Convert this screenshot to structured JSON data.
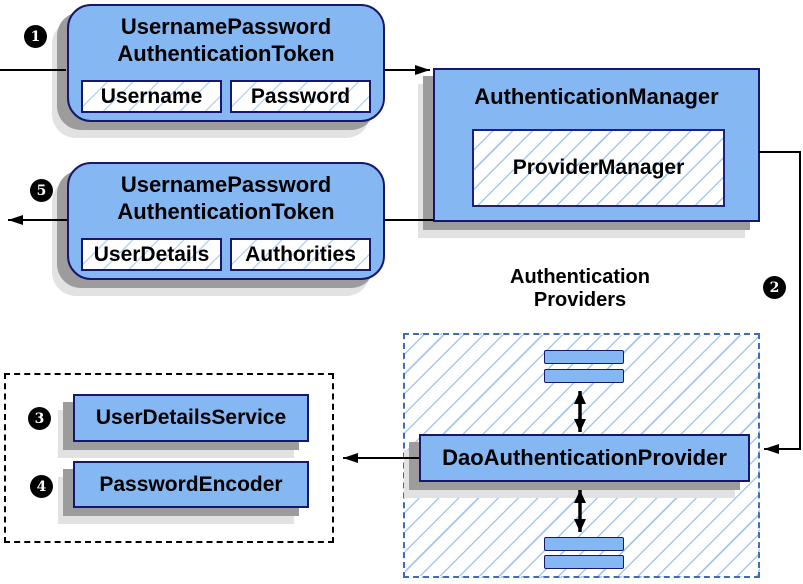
{
  "diagram": {
    "step_badges": [
      "1",
      "2",
      "3",
      "4",
      "5"
    ],
    "token_request": {
      "title_line1": "UsernamePassword",
      "title_line2": "AuthenticationToken",
      "field1": "Username",
      "field2": "Password"
    },
    "authentication_manager": {
      "title": "AuthenticationManager",
      "inner": "ProviderManager"
    },
    "token_response": {
      "title_line1": "UsernamePassword",
      "title_line2": "AuthenticationToken",
      "field1": "UserDetails",
      "field2": "Authorities"
    },
    "providers": {
      "header_line1": "Authentication",
      "header_line2": "Providers",
      "main_provider": "DaoAuthenticationProvider"
    },
    "services": {
      "user_details_service": "UserDetailsService",
      "password_encoder": "PasswordEncoder"
    },
    "colors": {
      "node_fill": "#85B7F3",
      "node_border": "#17176B",
      "hatch_line": "#A5C8F0",
      "dashed_border": "#3F6CB5",
      "shadow_dark": "#9C9C9C",
      "shadow_light": "#E2E2E2",
      "connector": "#000000",
      "badge_bg": "#000000",
      "badge_text": "#FFFFFF"
    }
  }
}
